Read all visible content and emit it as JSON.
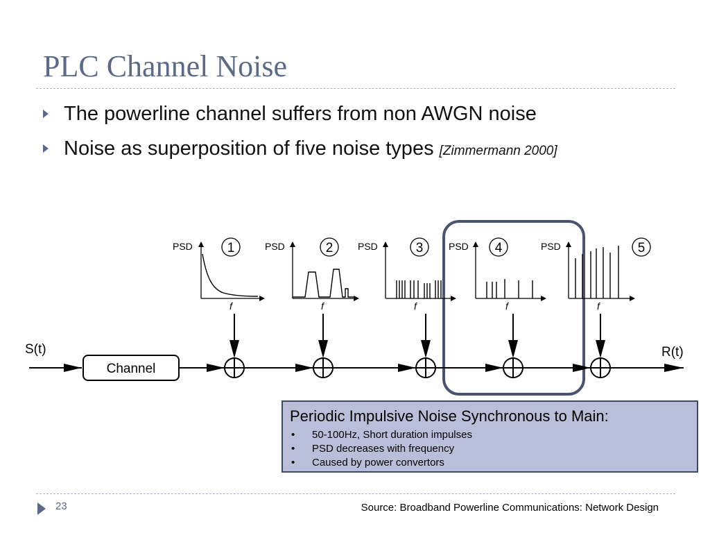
{
  "slide": {
    "title": "PLC Channel Noise",
    "bullets": [
      {
        "text": "The powerline channel suffers from non AWGN noise",
        "citation": ""
      },
      {
        "text": "Noise as superposition of five noise types",
        "citation": "[Zimmermann 2000]"
      }
    ]
  },
  "diagram": {
    "input_label": "S(t)",
    "output_label": "R(t)",
    "channel_label": "Channel",
    "psd_label": "PSD",
    "freq_label": "f",
    "noise_types": [
      "1",
      "2",
      "3",
      "4",
      "5"
    ],
    "highlighted_noise": "4",
    "highlight_color": "#4a5372"
  },
  "callout": {
    "heading": "Periodic Impulsive Noise Synchronous to Main:",
    "bullet_glyph": "•",
    "items": [
      "50-100Hz, Short duration impulses",
      "PSD decreases with frequency",
      "Caused by power convertors"
    ],
    "background_color": "#b9bfd8"
  },
  "footer": {
    "page_number": "23",
    "source": "Source: Broadband Powerline Communications: Network Design"
  }
}
